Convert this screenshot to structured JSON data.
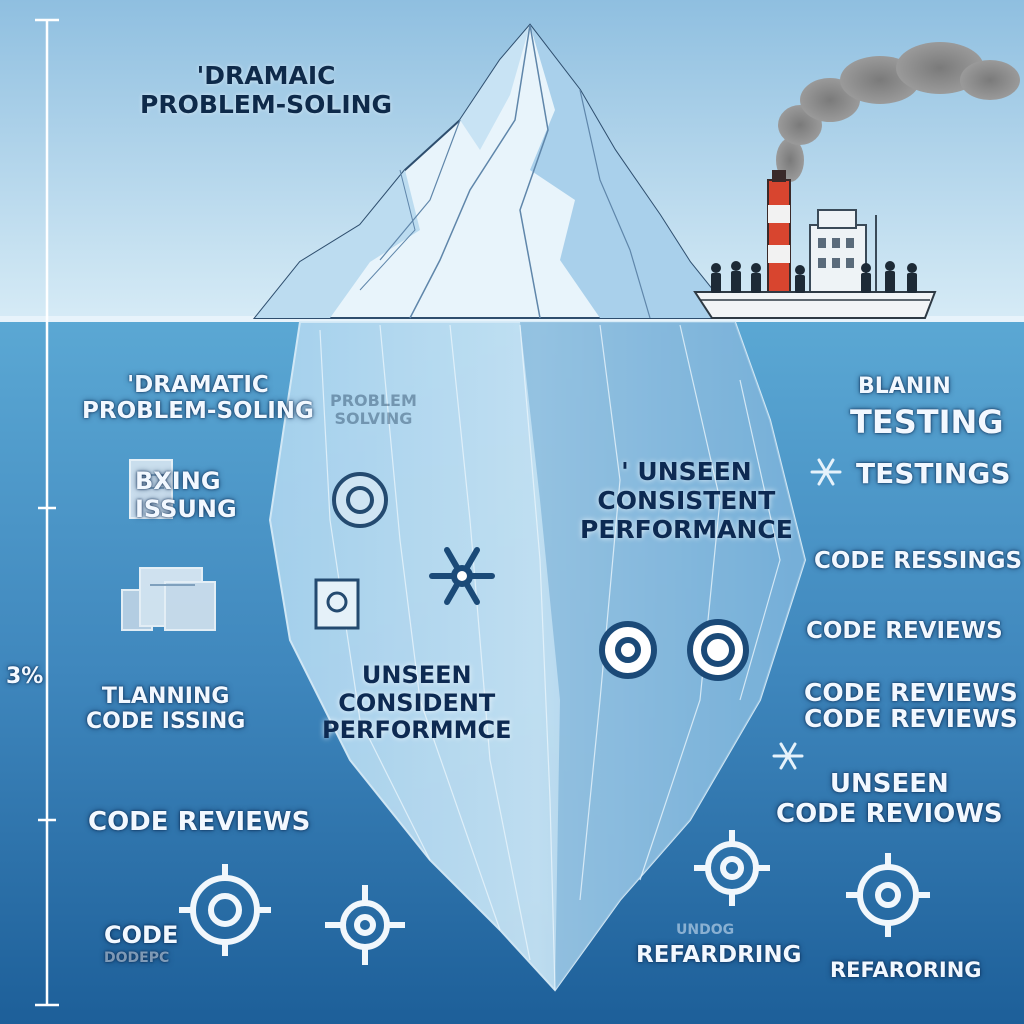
{
  "labels": {
    "top_left": [
      "'DRAMAIC",
      "PROBLEM-SOLING"
    ],
    "left_under_1": [
      "'DRAMATIC",
      "PROBLEM-SOLING"
    ],
    "left_issues": [
      "BXING",
      "ISSUNG"
    ],
    "percent": "3%",
    "left_planning": [
      "TLANNING",
      "CODE ISSING"
    ],
    "left_code_reviews": "CODE REVIEWS",
    "left_code": [
      "CODE",
      "DODEPC"
    ],
    "ice_faint": [
      "PROBLEM",
      "SOLVING"
    ],
    "center_unseen_1": [
      "' UNSEEN",
      "CONSISTENT",
      "PERFORMANCE"
    ],
    "center_unseen_2": [
      "UNSEEN",
      "CONSIDENT",
      "PERFORMMCE"
    ],
    "right_blanin": "BLANIN",
    "right_testing": "TESTING",
    "right_testings": "TESTINGS",
    "right_code_ressings": "CODE RESSINGS",
    "right_code_reviews_1": "CODE REVIEWS",
    "right_code_reviews_2": [
      "CODE REVIEWS",
      "CODE REVIEWS"
    ],
    "right_unseen": [
      "UNSEEN",
      "CODE REVIOWS"
    ],
    "bottom_undo": "UNDOG",
    "bottom_refardring": "REFARDRING",
    "bottom_refaroring": "REFARORING"
  },
  "colors": {
    "sky_top": "#8fbfe0",
    "sky_bottom": "#d6ebf6",
    "water_top": "#5ba8d4",
    "water_bottom": "#1d5f99",
    "ice_light": "#e8f4fb",
    "ice_shadow": "#8ec1e2",
    "ice_under": "#9fcdea",
    "chimney_red": "#d8452f",
    "smoke": "#8e8e8e"
  },
  "icons": [
    "gear-icon",
    "snowflake-icon",
    "document-icon",
    "ship-icon",
    "smoke-icon",
    "people-icon"
  ]
}
